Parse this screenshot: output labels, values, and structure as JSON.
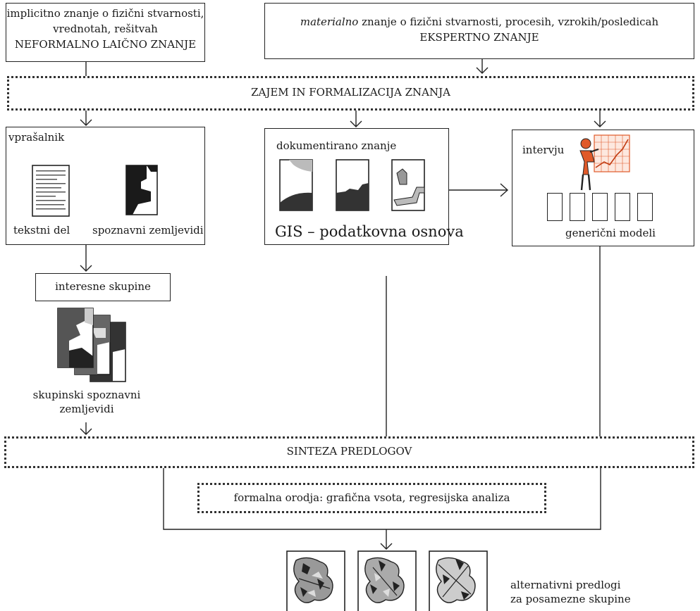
{
  "top_left": {
    "line1": "implicitno znanje o fizični stvarnosti,",
    "line2": "vrednotah, rešitvah",
    "line3": "NEFORMALNO LAIČNO ZNANJE"
  },
  "top_right": {
    "italic": "materialno",
    "rest": " znanje o fizični stvarnosti, procesih, vzrokih/posledicah",
    "line2": "EKSPERTNO ZNANJE"
  },
  "band_capture": "ZAJEM IN FORMALIZACIJA ZNANJA",
  "questionnaire": {
    "title": "vprašalnik",
    "text_part": "tekstni del",
    "cognitive_maps": "spoznavni zemljevidi"
  },
  "documented": {
    "title": "dokumentirano znanje",
    "gis": "GIS – podatkovna osnova"
  },
  "interview": {
    "title": "intervju",
    "generic_models": "generični modeli"
  },
  "interest_groups": "interesne skupine",
  "group_maps": {
    "line1": "skupinski spoznavni",
    "line2": "zemljevidi"
  },
  "band_synthesis": "SINTEZA PREDLOGOV",
  "formal_tools": "formalna orodja: grafična vsota, regresijska analiza",
  "alternatives": {
    "line1": "alternativni predlogi",
    "line2": "za posamezne skupine"
  },
  "colors": {
    "ink": "#222222",
    "accent_figure": "#e05a2a",
    "map_grey": "#888888"
  }
}
